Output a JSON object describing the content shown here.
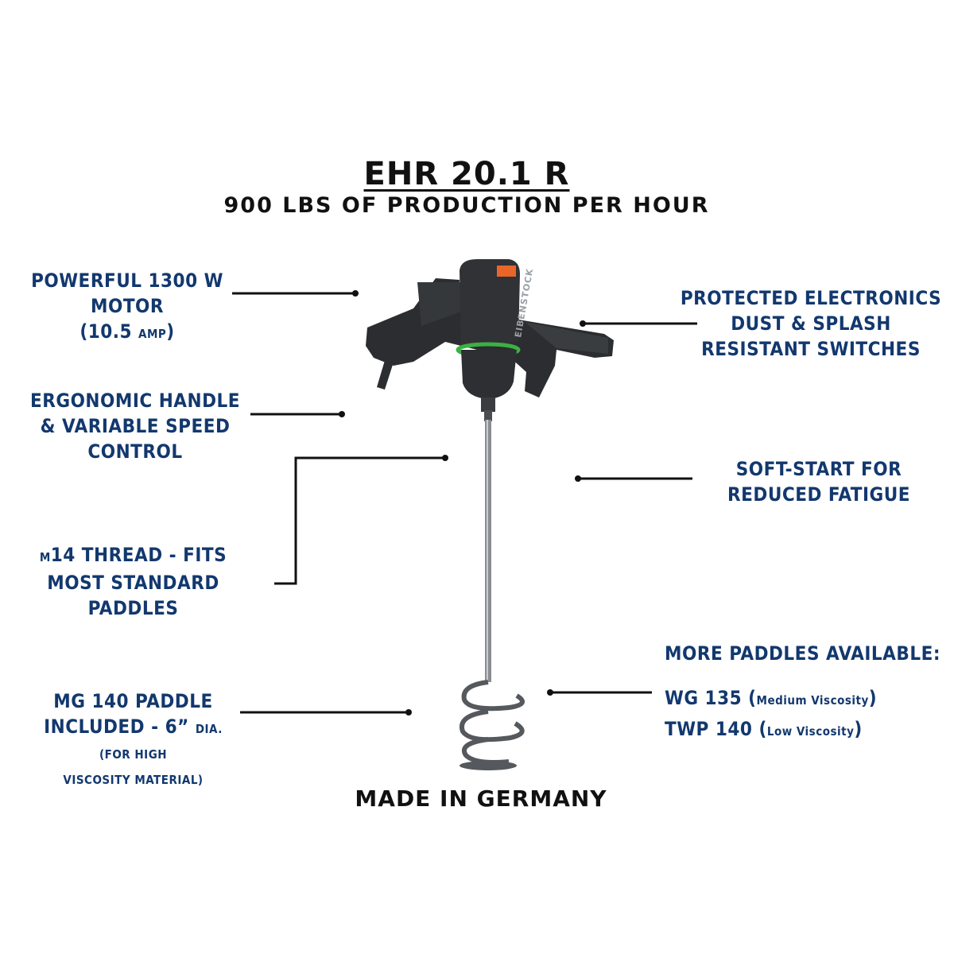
{
  "header": {
    "title": "EHR 20.1 R",
    "subtitle": "900 LBS OF PRODUCTION PER HOUR"
  },
  "features": {
    "motor": {
      "line1": "POWERFUL 1300 W",
      "line2": "MOTOR",
      "line3_a": "(10.5 ",
      "line3_b": "AMP",
      "line3_c": ")"
    },
    "handle": {
      "line1": "ERGONOMIC HANDLE",
      "line2": "& VARIABLE SPEED",
      "line3": "CONTROL"
    },
    "thread": {
      "line1_a": "M",
      "line1_b": "14 THREAD - FITS",
      "line2": "MOST STANDARD",
      "line3": "PADDLES"
    },
    "paddle": {
      "line1": "MG 140 PADDLE",
      "line2_a": "INCLUDED - 6” ",
      "line2_b": "DIA.",
      "line3": "(FOR HIGH",
      "line4": "VISCOSITY MATERIAL)"
    },
    "electronics": {
      "line1": "PROTECTED ELECTRONICS",
      "line2": "DUST & SPLASH",
      "line3": "RESISTANT SWITCHES"
    },
    "softstart": {
      "line1": "SOFT-START FOR",
      "line2": "REDUCED FATIGUE"
    },
    "more_paddles": {
      "heading": "MORE PADDLES AVAILABLE:",
      "item1_a": "WG 135 (",
      "item1_b": "Medium Viscosity",
      "item1_c": ")",
      "item2_a": "TWP 140 (",
      "item2_b": "Low Viscosity",
      "item2_c": ")"
    }
  },
  "product_brand_text": "EIBENSTOCK",
  "footer": "MADE IN GERMANY",
  "colors": {
    "feature_text": "#12386e",
    "accent_green": "#3cb043",
    "accent_orange": "#e8662a"
  }
}
